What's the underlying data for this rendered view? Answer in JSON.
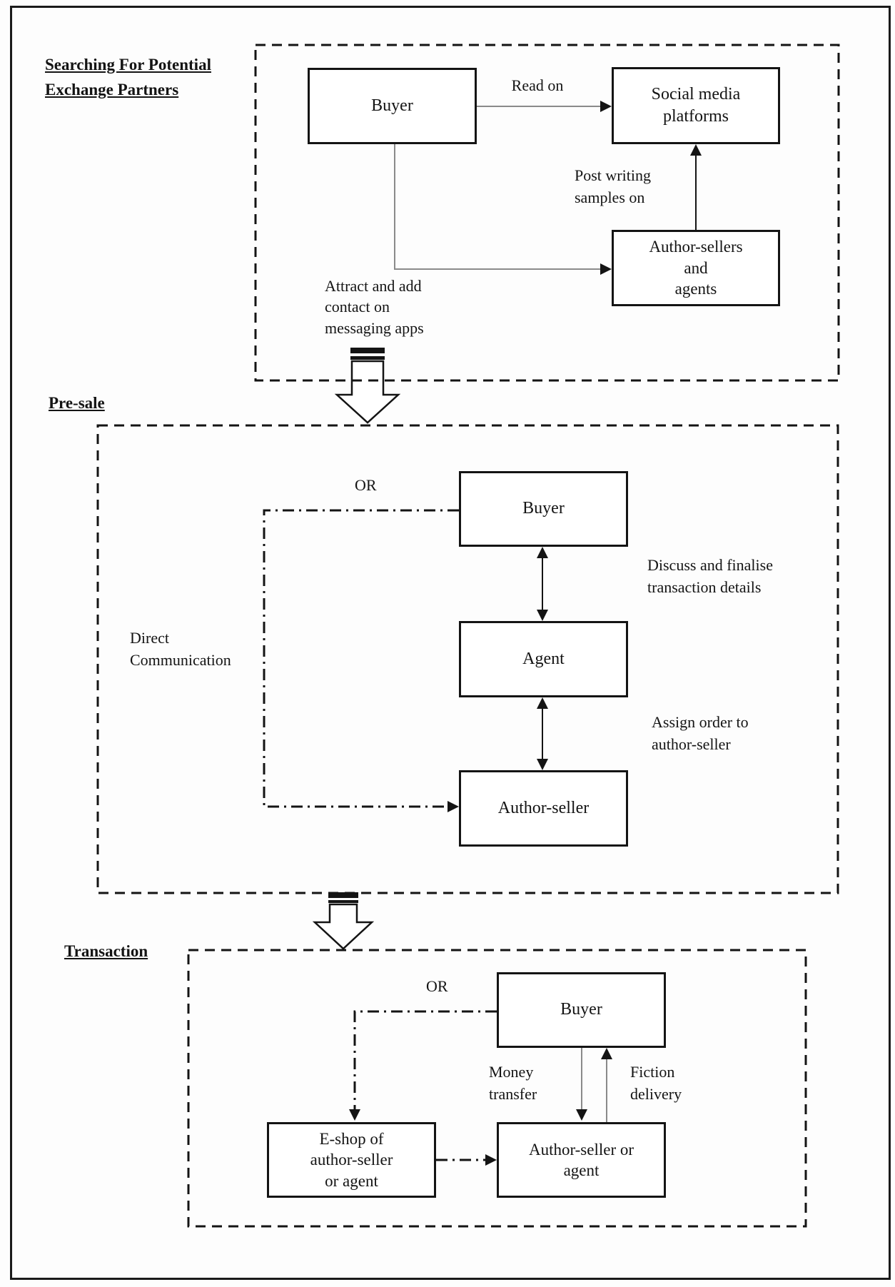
{
  "colors": {
    "ink": "#141414",
    "gray_line": "#8a8a8a",
    "background": "#fdfdfd"
  },
  "searching": {
    "title": "Searching For Potential\nExchange Partners",
    "buyer": "Buyer",
    "social_media": "Social media\nplatforms",
    "author_sellers": "Author-sellers\nand\nagents",
    "read_on": "Read on",
    "post_writing": "Post writing\nsamples on",
    "attract": "Attract and add\ncontact on\nmessaging apps"
  },
  "presale": {
    "title": "Pre-sale",
    "or": "OR",
    "buyer": "Buyer",
    "agent": "Agent",
    "author_seller": "Author-seller",
    "direct_communication": "Direct\nCommunication",
    "discuss": "Discuss and finalise\ntransaction details",
    "assign": "Assign order to\nauthor-seller"
  },
  "transaction": {
    "title": "Transaction",
    "or": "OR",
    "buyer": "Buyer",
    "money_transfer": "Money\ntransfer",
    "fiction_delivery": "Fiction\ndelivery",
    "eshop": "E-shop of\nauthor-seller\nor agent",
    "author_seller_or_agent": "Author-seller or\nagent"
  }
}
